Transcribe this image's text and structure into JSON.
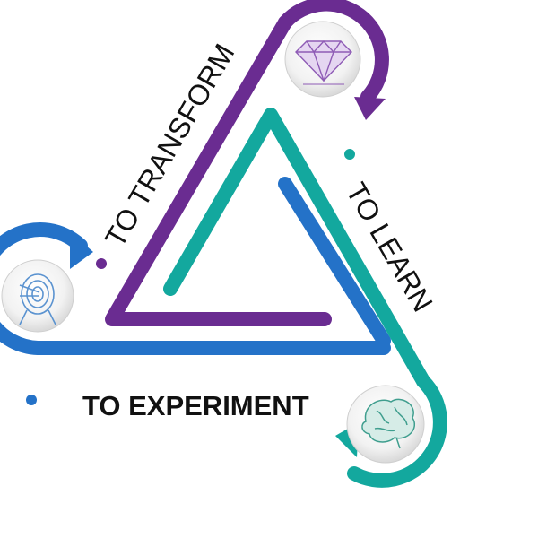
{
  "labels": {
    "transform": "TO TRANSFORM",
    "learn": "TO LEARN",
    "experiment": "TO EXPERIMENT"
  },
  "icons": {
    "transform": "diamond-icon",
    "learn": "brain-icon",
    "experiment": "target-icon"
  },
  "colors": {
    "purple": "#6a2c91",
    "teal": "#13a89e",
    "blue": "#2472c8",
    "label": "#111111"
  }
}
